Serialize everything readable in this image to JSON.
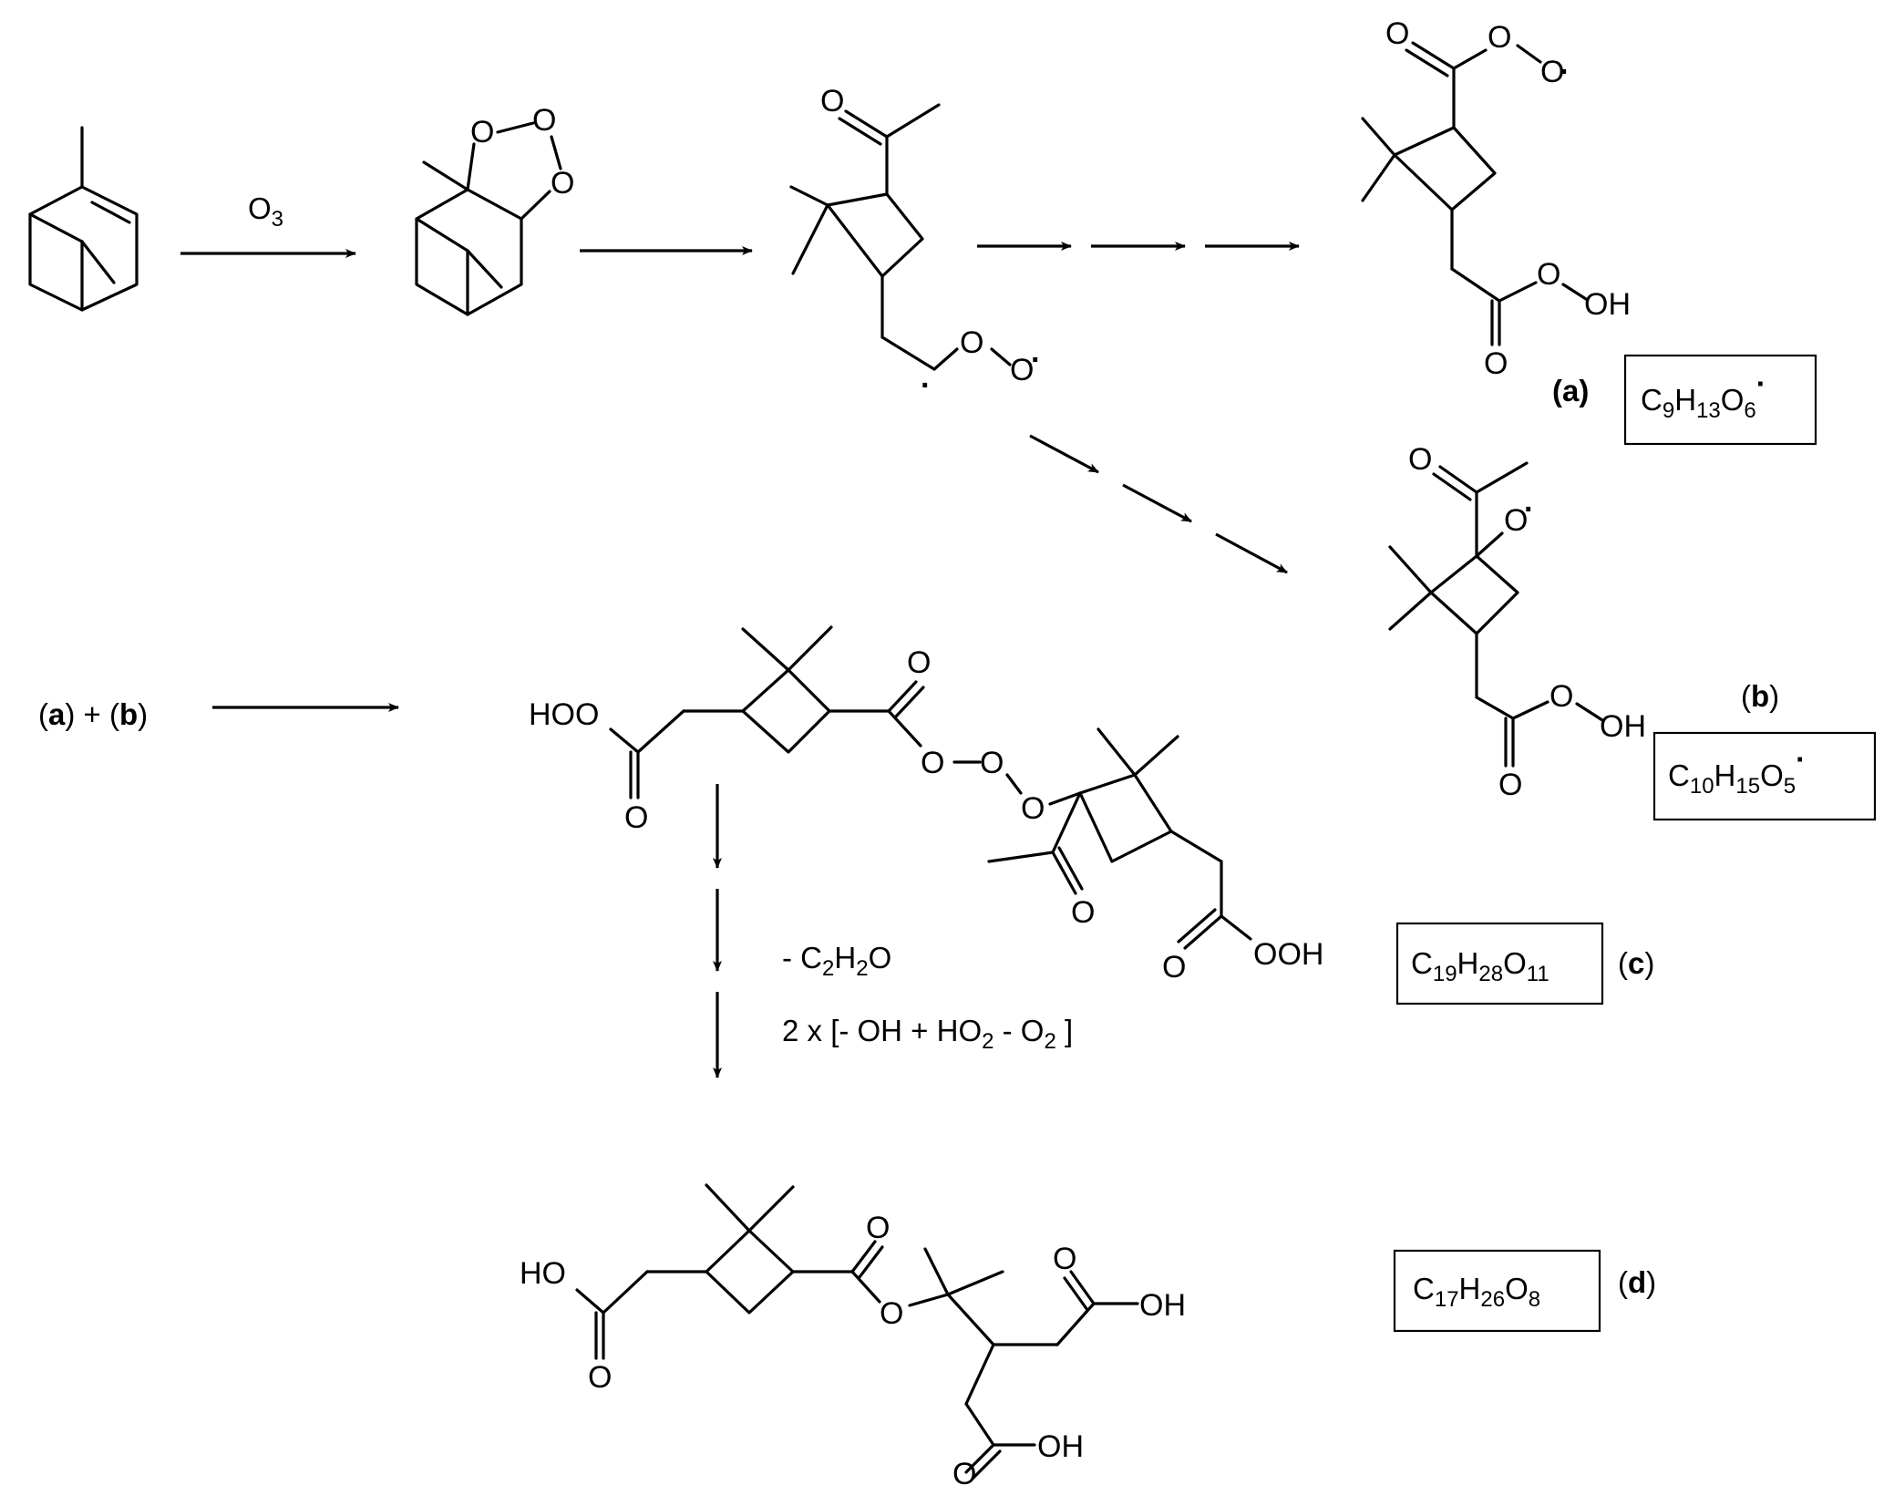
{
  "reagent": {
    "o3": "O",
    "o3_sub": "3"
  },
  "atoms": {
    "O": "O",
    "OH": "OH",
    "HO": "HO",
    "HOO": "HOO",
    "OOH": "OOH",
    "radical": "·"
  },
  "compounds": {
    "a": {
      "id": "a",
      "formula": {
        "c": "C",
        "c_sub": "9",
        "h": "H",
        "h_sub": "13",
        "o": "O",
        "o_sub": "6",
        "dot": "·"
      }
    },
    "b": {
      "id": "b",
      "formula": {
        "c": "C",
        "c_sub": "10",
        "h": "H",
        "h_sub": "15",
        "o": "O",
        "o_sub": "5",
        "dot": "·"
      }
    },
    "c": {
      "id": "c",
      "formula": {
        "c": "C",
        "c_sub": "19",
        "h": "H",
        "h_sub": "28",
        "o": "O",
        "o_sub": "11"
      }
    },
    "d": {
      "id": "d",
      "formula": {
        "c": "C",
        "c_sub": "17",
        "h": "H",
        "h_sub": "26",
        "o": "O",
        "o_sub": "8"
      }
    }
  },
  "combination": {
    "open_a": "(",
    "a": "a",
    "mid": ") + (",
    "b": "b",
    "close": ")"
  },
  "step_notes": {
    "loss1_prefix": "- C",
    "loss1_sub1": "2",
    "loss1_mid": "H",
    "loss1_sub2": "2",
    "loss1_end": "O",
    "loss2_a": "2 x [- OH + HO",
    "loss2_sub1": "2",
    "loss2_b": " - O",
    "loss2_sub2": "2",
    "loss2_c": " ]"
  }
}
